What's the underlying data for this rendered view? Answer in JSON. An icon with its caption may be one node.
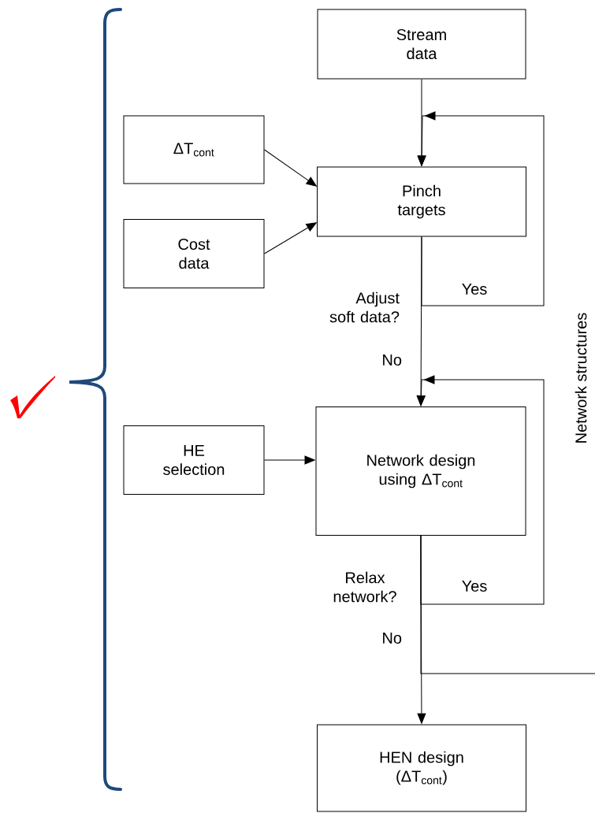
{
  "diagram": {
    "nodes": [
      {
        "text": [
          "Stream data"
        ]
      },
      {
        "text": [
          "ΔT$_{cont}$"
        ]
      },
      {
        "text": [
          "Pinch targets"
        ]
      },
      {
        "text": [
          "Cost data"
        ]
      },
      {
        "text": [
          "HE selection"
        ]
      },
      {
        "text": [
          "Network design using ΔT$_{cont}$"
        ]
      },
      {
        "text": [
          "HEN design (ΔT$_{cont}$)"
        ]
      }
    ],
    "edges": [
      {
        "from": 0,
        "to": 2,
        "arrow": "to"
      },
      {
        "from": 1,
        "to": 2,
        "arrow": "to"
      },
      {
        "from": 3,
        "to": 2,
        "arrow": "to"
      },
      {
        "from": 2,
        "to": 2,
        "arrow": "to",
        "label": "Yes"
      },
      {
        "from": 2,
        "to": 5,
        "arrow": "to"
      },
      {
        "from": 4,
        "to": 5,
        "arrow": "to"
      },
      {
        "from": 5,
        "to": 5,
        "arrow": "to",
        "label": "Yes"
      },
      {
        "from": 5,
        "to": 6,
        "arrow": "to"
      },
      {
        "from": 5,
        "to": null,
        "arrow": "none"
      }
    ],
    "labels": [
      "Adjust soft data?",
      "No",
      "Relax network?",
      "No",
      "Network structures"
    ]
  }
}
